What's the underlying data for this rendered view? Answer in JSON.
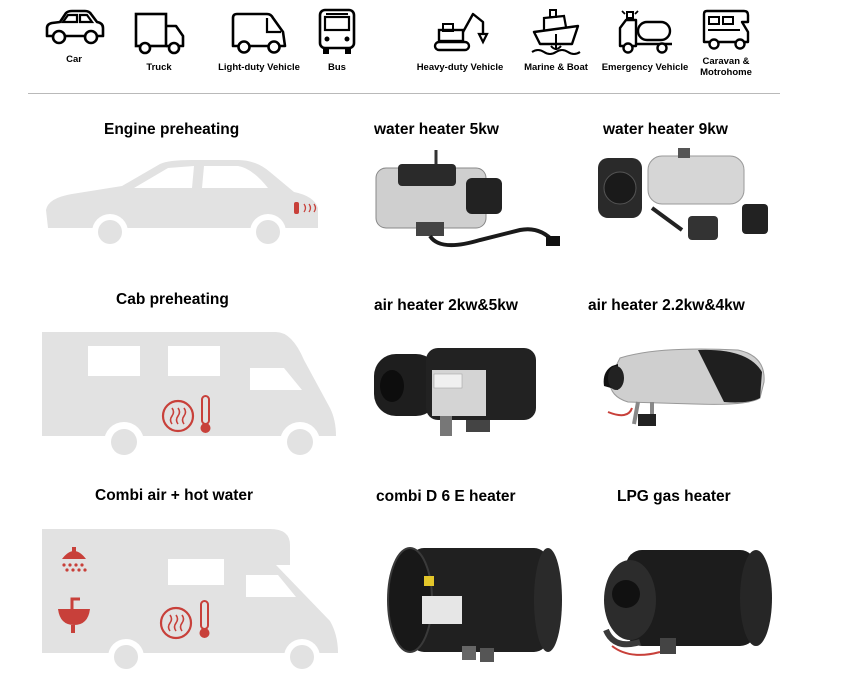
{
  "vehicles": [
    {
      "label": "Car",
      "icon": "car-icon"
    },
    {
      "label": "Truck",
      "icon": "truck-icon"
    },
    {
      "label": "Light-duty Vehicle",
      "icon": "van-icon"
    },
    {
      "label": "Bus",
      "icon": "bus-icon"
    },
    {
      "label": "Heavy-duty Vehicle",
      "icon": "excavator-icon"
    },
    {
      "label": "Marine & Boat",
      "icon": "boat-icon"
    },
    {
      "label": "Emergency Vehicle",
      "icon": "tanker-truck-icon"
    },
    {
      "label": "Caravan &",
      "label2": "Motrohome",
      "icon": "caravan-icon"
    }
  ],
  "rows": [
    {
      "application": "Engine preheating",
      "products": [
        "water heater 5kw",
        "water heater 9kw"
      ]
    },
    {
      "application": "Cab preheating",
      "products": [
        "air heater 2kw&5kw",
        "air heater 2.2kw&4kw"
      ]
    },
    {
      "application": "Combi air + hot water",
      "products": [
        "combi D 6 E heater",
        "LPG gas heater"
      ]
    }
  ],
  "colors": {
    "accent": "#c8403a",
    "silhouette": "#e2e2e2",
    "divider": "#b9b9b9",
    "heater_body": "#1f1f1f",
    "heater_panel": "#cfcfcf"
  }
}
